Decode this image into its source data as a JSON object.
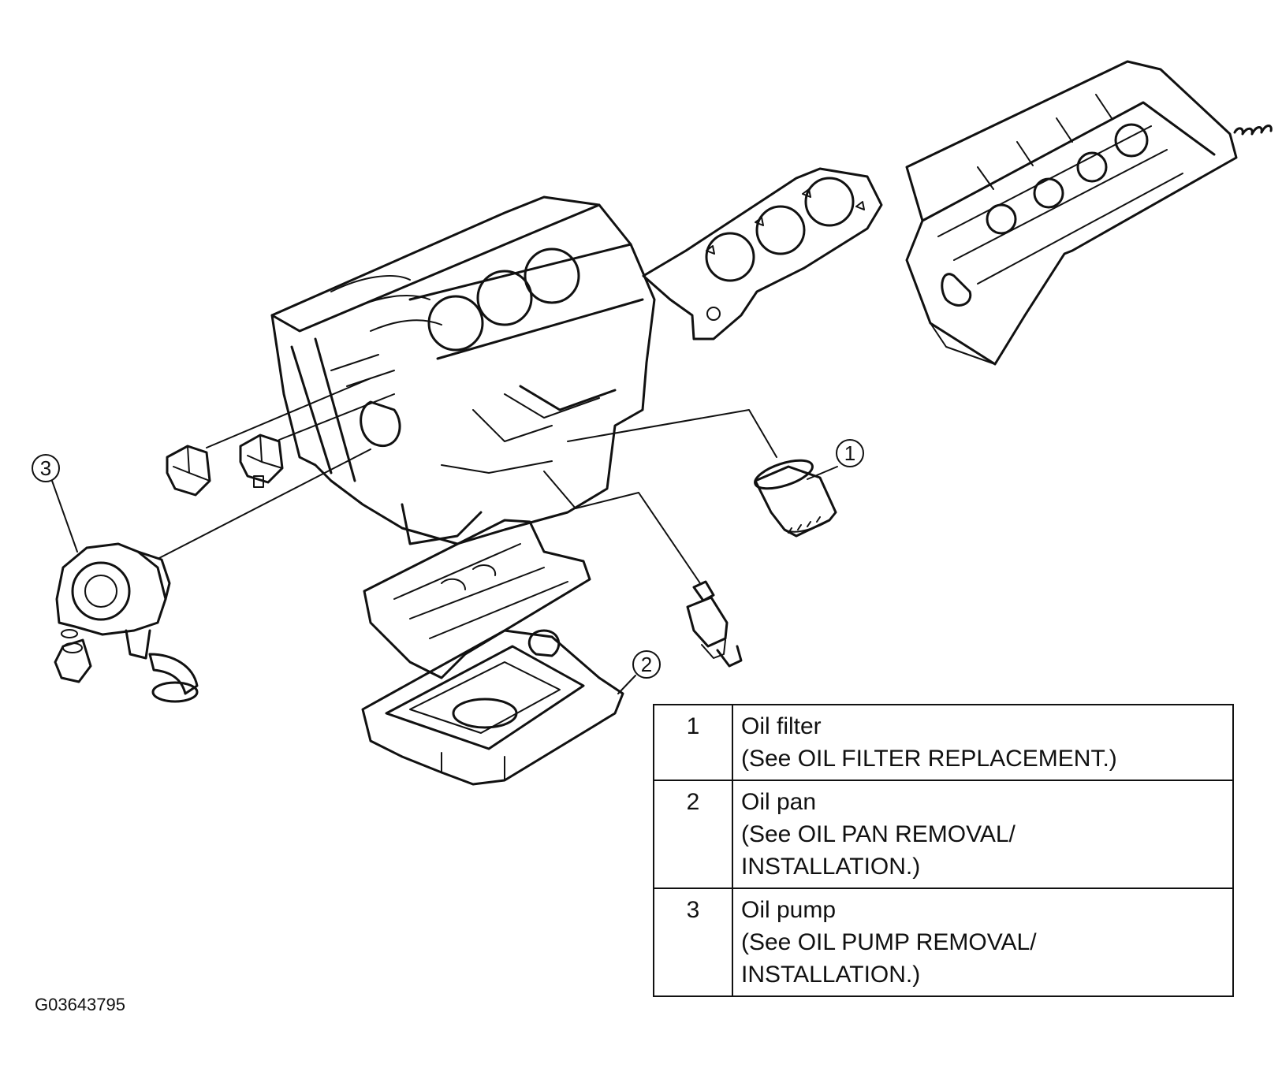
{
  "callouts": [
    {
      "number": "1"
    },
    {
      "number": "2"
    },
    {
      "number": "3"
    }
  ],
  "legend": {
    "rows": [
      {
        "number": "1",
        "name": "Oil filter",
        "note": "(See OIL FILTER REPLACEMENT.)"
      },
      {
        "number": "2",
        "name": "Oil pan",
        "note": "(See OIL PAN REMOVAL/\nINSTALLATION.)"
      },
      {
        "number": "3",
        "name": "Oil pump",
        "note": "(See OIL PUMP REMOVAL/\nINSTALLATION.)"
      }
    ]
  },
  "figure_id": "G03643795",
  "colors": {
    "ink": "#111111",
    "background": "#ffffff"
  }
}
